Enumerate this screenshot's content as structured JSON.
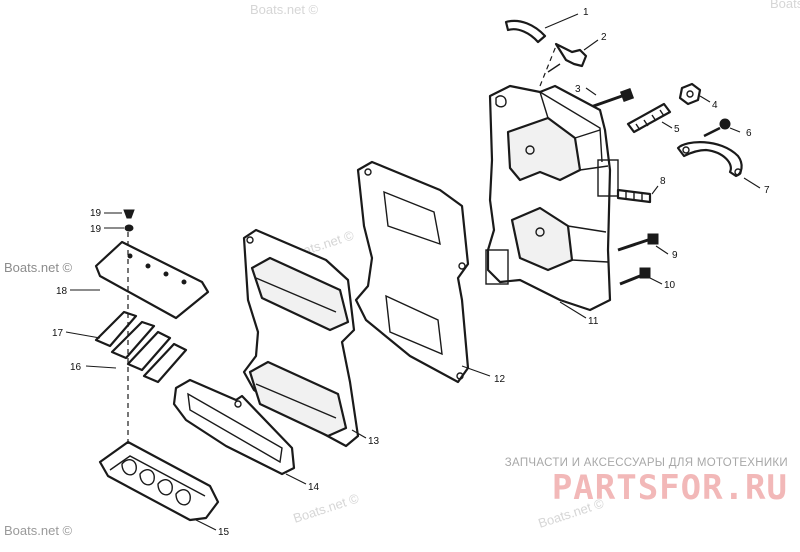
{
  "watermark": {
    "text": "Boats.net ©",
    "color": "#d6d6d6"
  },
  "promo": {
    "tagline": "ЗАПЧАСТИ И АКСЕССУАРЫ ДЛЯ МОТОТЕХНИКИ",
    "brand": "PARTSFOR.RU",
    "brand_color": "#f2b8b8"
  },
  "callouts": [
    "1",
    "2",
    "3",
    "4",
    "5",
    "6",
    "7",
    "8",
    "9",
    "10",
    "11",
    "12",
    "13",
    "14",
    "15",
    "16",
    "17",
    "18",
    "19",
    "19"
  ]
}
